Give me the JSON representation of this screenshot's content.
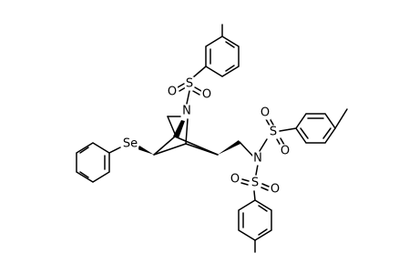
{
  "atom_labels": {
    "s_top": "S",
    "o_top_left": "O",
    "o_top_right": "O",
    "n_ring": "N",
    "se": "Se",
    "n_amide": "N",
    "s_upper_right": "S",
    "o_upper_right_a": "O",
    "o_upper_right_b": "O",
    "s_lower": "S",
    "o_lower_a": "O",
    "o_lower_b": "O"
  }
}
